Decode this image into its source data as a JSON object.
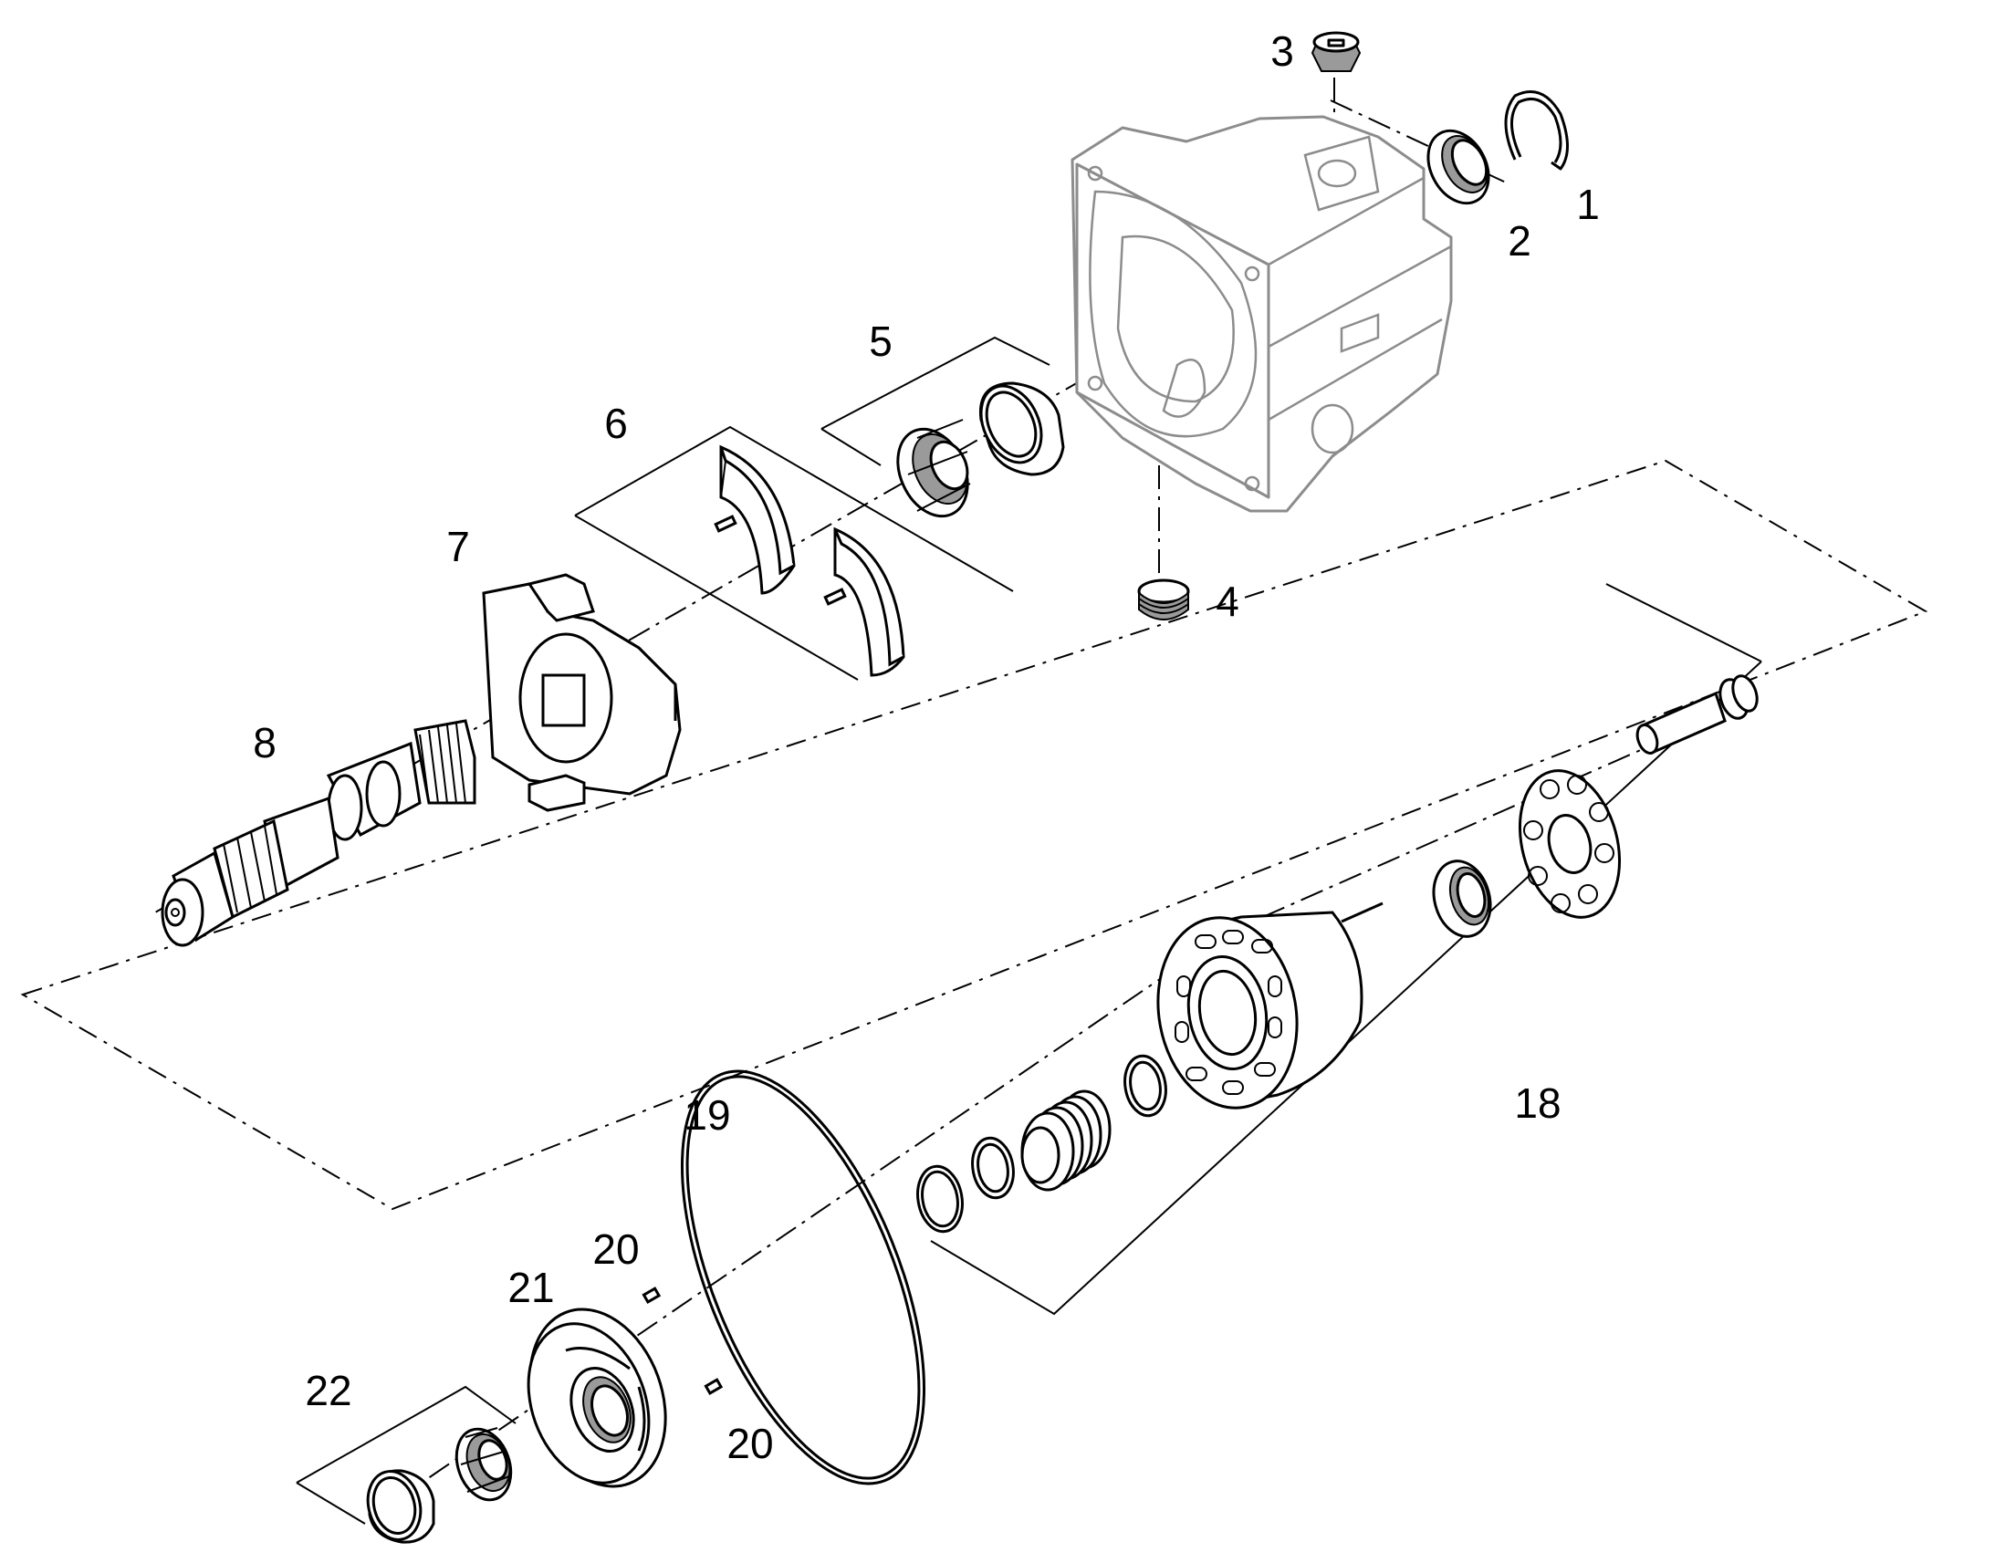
{
  "diagram": {
    "type": "exploded parts diagram",
    "callouts": [
      {
        "id": "1",
        "text": "1"
      },
      {
        "id": "2",
        "text": "2"
      },
      {
        "id": "3",
        "text": "3"
      },
      {
        "id": "4",
        "text": "4"
      },
      {
        "id": "5",
        "text": "5"
      },
      {
        "id": "6",
        "text": "6"
      },
      {
        "id": "7",
        "text": "7"
      },
      {
        "id": "8",
        "text": "8"
      },
      {
        "id": "18",
        "text": "18"
      },
      {
        "id": "19",
        "text": "19"
      },
      {
        "id": "20a",
        "text": "20"
      },
      {
        "id": "20b",
        "text": "20"
      },
      {
        "id": "21",
        "text": "21"
      },
      {
        "id": "22",
        "text": "22"
      }
    ]
  }
}
